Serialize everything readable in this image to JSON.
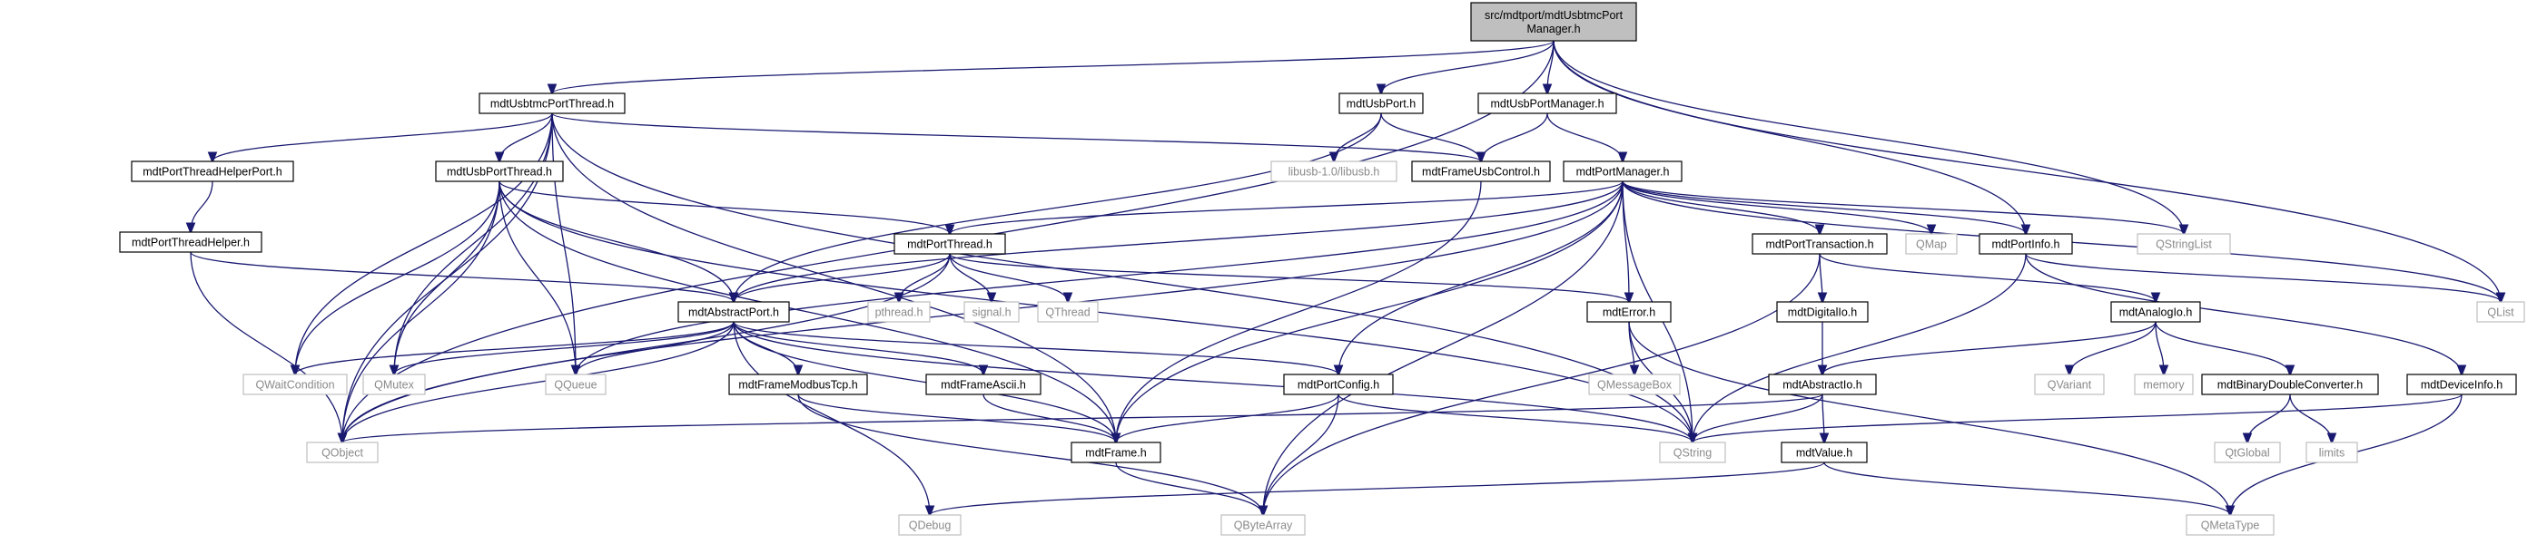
{
  "colors": {
    "root_fill": "#bfbfbf",
    "project_border": "#000000",
    "external_border": "#bfbfbf",
    "project_text": "#000000",
    "external_text": "#8a8a8a",
    "edge_color": "#191970"
  },
  "nodes": [
    {
      "id": "root",
      "lines": [
        "src/mdtport/mdtUsbtmcPort",
        "Manager.h"
      ],
      "kind": "root"
    },
    {
      "id": "usbtmc_thread",
      "lines": [
        "mdtUsbtmcPortThread.h"
      ],
      "kind": "project"
    },
    {
      "id": "usb_port",
      "lines": [
        "mdtUsbPort.h"
      ],
      "kind": "project"
    },
    {
      "id": "usb_port_manager",
      "lines": [
        "mdtUsbPortManager.h"
      ],
      "kind": "project"
    },
    {
      "id": "helper_port",
      "lines": [
        "mdtPortThreadHelperPort.h"
      ],
      "kind": "project"
    },
    {
      "id": "usb_port_thread",
      "lines": [
        "mdtUsbPortThread.h"
      ],
      "kind": "project"
    },
    {
      "id": "libusb",
      "lines": [
        "libusb-1.0/libusb.h"
      ],
      "kind": "external"
    },
    {
      "id": "frame_usb_control",
      "lines": [
        "mdtFrameUsbControl.h"
      ],
      "kind": "project"
    },
    {
      "id": "port_manager",
      "lines": [
        "mdtPortManager.h"
      ],
      "kind": "project"
    },
    {
      "id": "helper",
      "lines": [
        "mdtPortThreadHelper.h"
      ],
      "kind": "project"
    },
    {
      "id": "port_thread",
      "lines": [
        "mdtPortThread.h"
      ],
      "kind": "project"
    },
    {
      "id": "port_transaction",
      "lines": [
        "mdtPortTransaction.h"
      ],
      "kind": "project"
    },
    {
      "id": "qmap",
      "lines": [
        "QMap"
      ],
      "kind": "external"
    },
    {
      "id": "port_info",
      "lines": [
        "mdtPortInfo.h"
      ],
      "kind": "project"
    },
    {
      "id": "qstringlist",
      "lines": [
        "QStringList"
      ],
      "kind": "external"
    },
    {
      "id": "pthread",
      "lines": [
        "pthread.h"
      ],
      "kind": "external"
    },
    {
      "id": "signal",
      "lines": [
        "signal.h"
      ],
      "kind": "external"
    },
    {
      "id": "qthread",
      "lines": [
        "QThread"
      ],
      "kind": "external"
    },
    {
      "id": "abstract_port",
      "lines": [
        "mdtAbstractPort.h"
      ],
      "kind": "project"
    },
    {
      "id": "error",
      "lines": [
        "mdtError.h"
      ],
      "kind": "project"
    },
    {
      "id": "digital_io",
      "lines": [
        "mdtDigitalIo.h"
      ],
      "kind": "project"
    },
    {
      "id": "analog_io",
      "lines": [
        "mdtAnalogIo.h"
      ],
      "kind": "project"
    },
    {
      "id": "qlist",
      "lines": [
        "QList"
      ],
      "kind": "external"
    },
    {
      "id": "qwaitcondition",
      "lines": [
        "QWaitCondition"
      ],
      "kind": "external"
    },
    {
      "id": "qmutex",
      "lines": [
        "QMutex"
      ],
      "kind": "external"
    },
    {
      "id": "qqueue",
      "lines": [
        "QQueue"
      ],
      "kind": "external"
    },
    {
      "id": "frame_modbus",
      "lines": [
        "mdtFrameModbusTcp.h"
      ],
      "kind": "project"
    },
    {
      "id": "frame_ascii",
      "lines": [
        "mdtFrameAscii.h"
      ],
      "kind": "project"
    },
    {
      "id": "port_config",
      "lines": [
        "mdtPortConfig.h"
      ],
      "kind": "project"
    },
    {
      "id": "qmessagebox",
      "lines": [
        "QMessageBox"
      ],
      "kind": "external"
    },
    {
      "id": "abstract_io",
      "lines": [
        "mdtAbstractIo.h"
      ],
      "kind": "project"
    },
    {
      "id": "qvariant",
      "lines": [
        "QVariant"
      ],
      "kind": "external"
    },
    {
      "id": "memory",
      "lines": [
        "memory"
      ],
      "kind": "external"
    },
    {
      "id": "binary_double",
      "lines": [
        "mdtBinaryDoubleConverter.h"
      ],
      "kind": "project"
    },
    {
      "id": "device_info",
      "lines": [
        "mdtDeviceInfo.h"
      ],
      "kind": "project"
    },
    {
      "id": "qobject",
      "lines": [
        "QObject"
      ],
      "kind": "external"
    },
    {
      "id": "frame",
      "lines": [
        "mdtFrame.h"
      ],
      "kind": "project"
    },
    {
      "id": "qstring",
      "lines": [
        "QString"
      ],
      "kind": "external"
    },
    {
      "id": "value",
      "lines": [
        "mdtValue.h"
      ],
      "kind": "project"
    },
    {
      "id": "qtglobal",
      "lines": [
        "QtGlobal"
      ],
      "kind": "external"
    },
    {
      "id": "limits",
      "lines": [
        "limits"
      ],
      "kind": "external"
    },
    {
      "id": "qdebug",
      "lines": [
        "QDebug"
      ],
      "kind": "external"
    },
    {
      "id": "qbytearray",
      "lines": [
        "QByteArray"
      ],
      "kind": "external"
    },
    {
      "id": "qmetatype",
      "lines": [
        "QMetaType"
      ],
      "kind": "external"
    }
  ],
  "edges": [
    [
      "root",
      "usbtmc_thread"
    ],
    [
      "root",
      "usb_port"
    ],
    [
      "root",
      "usb_port_manager"
    ],
    [
      "root",
      "port_info"
    ],
    [
      "root",
      "qstringlist"
    ],
    [
      "root",
      "qlist"
    ],
    [
      "root",
      "qobject"
    ],
    [
      "usbtmc_thread",
      "helper_port"
    ],
    [
      "usbtmc_thread",
      "usb_port_thread"
    ],
    [
      "usbtmc_thread",
      "frame_usb_control"
    ],
    [
      "usbtmc_thread",
      "qwaitcondition"
    ],
    [
      "usbtmc_thread",
      "qmutex"
    ],
    [
      "usbtmc_thread",
      "qqueue"
    ],
    [
      "usbtmc_thread",
      "qobject"
    ],
    [
      "usbtmc_thread",
      "frame"
    ],
    [
      "usbtmc_thread",
      "qstring"
    ],
    [
      "usb_port",
      "libusb"
    ],
    [
      "usb_port",
      "frame_usb_control"
    ],
    [
      "usb_port",
      "abstract_port"
    ],
    [
      "usb_port_manager",
      "frame_usb_control"
    ],
    [
      "usb_port_manager",
      "port_manager"
    ],
    [
      "helper_port",
      "helper"
    ],
    [
      "usb_port_thread",
      "port_thread"
    ],
    [
      "usb_port_thread",
      "qwaitcondition"
    ],
    [
      "usb_port_thread",
      "qmutex"
    ],
    [
      "usb_port_thread",
      "qqueue"
    ],
    [
      "usb_port_thread",
      "qobject"
    ],
    [
      "usb_port_thread",
      "frame"
    ],
    [
      "usb_port_thread",
      "abstract_port"
    ],
    [
      "usb_port_thread",
      "qstring"
    ],
    [
      "frame_usb_control",
      "frame"
    ],
    [
      "port_manager",
      "port_thread"
    ],
    [
      "port_manager",
      "abstract_port"
    ],
    [
      "port_manager",
      "port_transaction"
    ],
    [
      "port_manager",
      "qmap"
    ],
    [
      "port_manager",
      "port_info"
    ],
    [
      "port_manager",
      "qstringlist"
    ],
    [
      "port_manager",
      "error"
    ],
    [
      "port_manager",
      "port_config"
    ],
    [
      "port_manager",
      "frame"
    ],
    [
      "port_manager",
      "qobject"
    ],
    [
      "port_manager",
      "qqueue"
    ],
    [
      "port_manager",
      "qbytearray"
    ],
    [
      "port_manager",
      "qstring"
    ],
    [
      "port_manager",
      "qlist"
    ],
    [
      "helper",
      "abstract_port"
    ],
    [
      "helper",
      "qobject"
    ],
    [
      "port_thread",
      "pthread"
    ],
    [
      "port_thread",
      "signal"
    ],
    [
      "port_thread",
      "qthread"
    ],
    [
      "port_thread",
      "abstract_port"
    ],
    [
      "port_thread",
      "error"
    ],
    [
      "port_thread",
      "qobject"
    ],
    [
      "port_transaction",
      "digital_io"
    ],
    [
      "port_transaction",
      "analog_io"
    ],
    [
      "port_transaction",
      "qbytearray"
    ],
    [
      "port_info",
      "device_info"
    ],
    [
      "port_info",
      "qlist"
    ],
    [
      "port_info",
      "qstring"
    ],
    [
      "abstract_port",
      "qwaitcondition"
    ],
    [
      "abstract_port",
      "qmutex"
    ],
    [
      "abstract_port",
      "qqueue"
    ],
    [
      "abstract_port",
      "frame_modbus"
    ],
    [
      "abstract_port",
      "frame_ascii"
    ],
    [
      "abstract_port",
      "port_config"
    ],
    [
      "abstract_port",
      "frame"
    ],
    [
      "abstract_port",
      "qobject"
    ],
    [
      "abstract_port",
      "qdebug"
    ],
    [
      "abstract_port",
      "qstring"
    ],
    [
      "error",
      "qmessagebox"
    ],
    [
      "error",
      "qstring"
    ],
    [
      "error",
      "qmetatype"
    ],
    [
      "digital_io",
      "abstract_io"
    ],
    [
      "analog_io",
      "abstract_io"
    ],
    [
      "analog_io",
      "qvariant"
    ],
    [
      "analog_io",
      "memory"
    ],
    [
      "analog_io",
      "binary_double"
    ],
    [
      "frame_modbus",
      "frame"
    ],
    [
      "frame_modbus",
      "qbytearray"
    ],
    [
      "frame_ascii",
      "frame"
    ],
    [
      "port_config",
      "frame"
    ],
    [
      "port_config",
      "qbytearray"
    ],
    [
      "port_config",
      "qstring"
    ],
    [
      "abstract_io",
      "value"
    ],
    [
      "abstract_io",
      "qobject"
    ],
    [
      "abstract_io",
      "qstring"
    ],
    [
      "binary_double",
      "qtglobal"
    ],
    [
      "binary_double",
      "limits"
    ],
    [
      "device_info",
      "qstring"
    ],
    [
      "device_info",
      "qmetatype"
    ],
    [
      "frame",
      "qbytearray"
    ],
    [
      "value",
      "qdebug"
    ],
    [
      "value",
      "qmetatype"
    ]
  ]
}
